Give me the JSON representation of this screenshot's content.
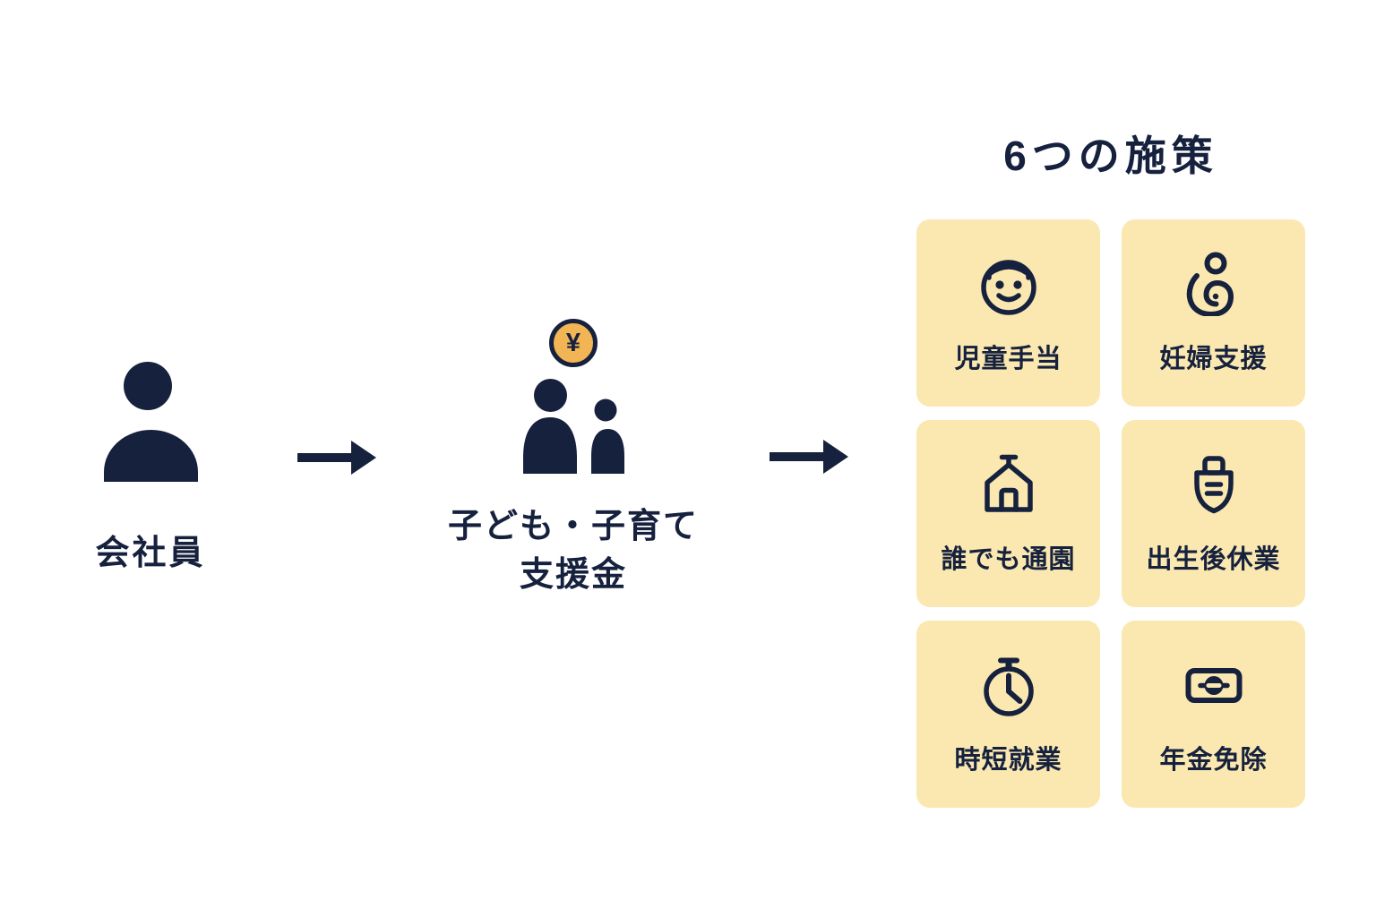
{
  "palette": {
    "navy": "#16213E",
    "card_yellow": "#FBE8B0",
    "coin_amber": "#F2B555",
    "background": "#FFFFFF"
  },
  "flow": {
    "worker": {
      "label": "会社員",
      "icon": "person-icon"
    },
    "arrow_icon": "arrow-right-icon",
    "fund": {
      "coin_symbol": "¥",
      "coin_icon": "yen-coin-icon",
      "figures_icon": "parent-child-icon",
      "label_line1": "子ども・子育て",
      "label_line2": "支援金"
    }
  },
  "measures": {
    "title": "6つの施策",
    "items": [
      {
        "icon": "baby-face-icon",
        "label": "児童手当"
      },
      {
        "icon": "mother-baby-icon",
        "label": "妊婦支援"
      },
      {
        "icon": "kindergarten-icon",
        "label": "誰でも通園"
      },
      {
        "icon": "swaddled-baby-icon",
        "label": "出生後休業"
      },
      {
        "icon": "stopwatch-icon",
        "label": "時短就業"
      },
      {
        "icon": "banknote-icon",
        "label": "年金免除"
      }
    ]
  }
}
